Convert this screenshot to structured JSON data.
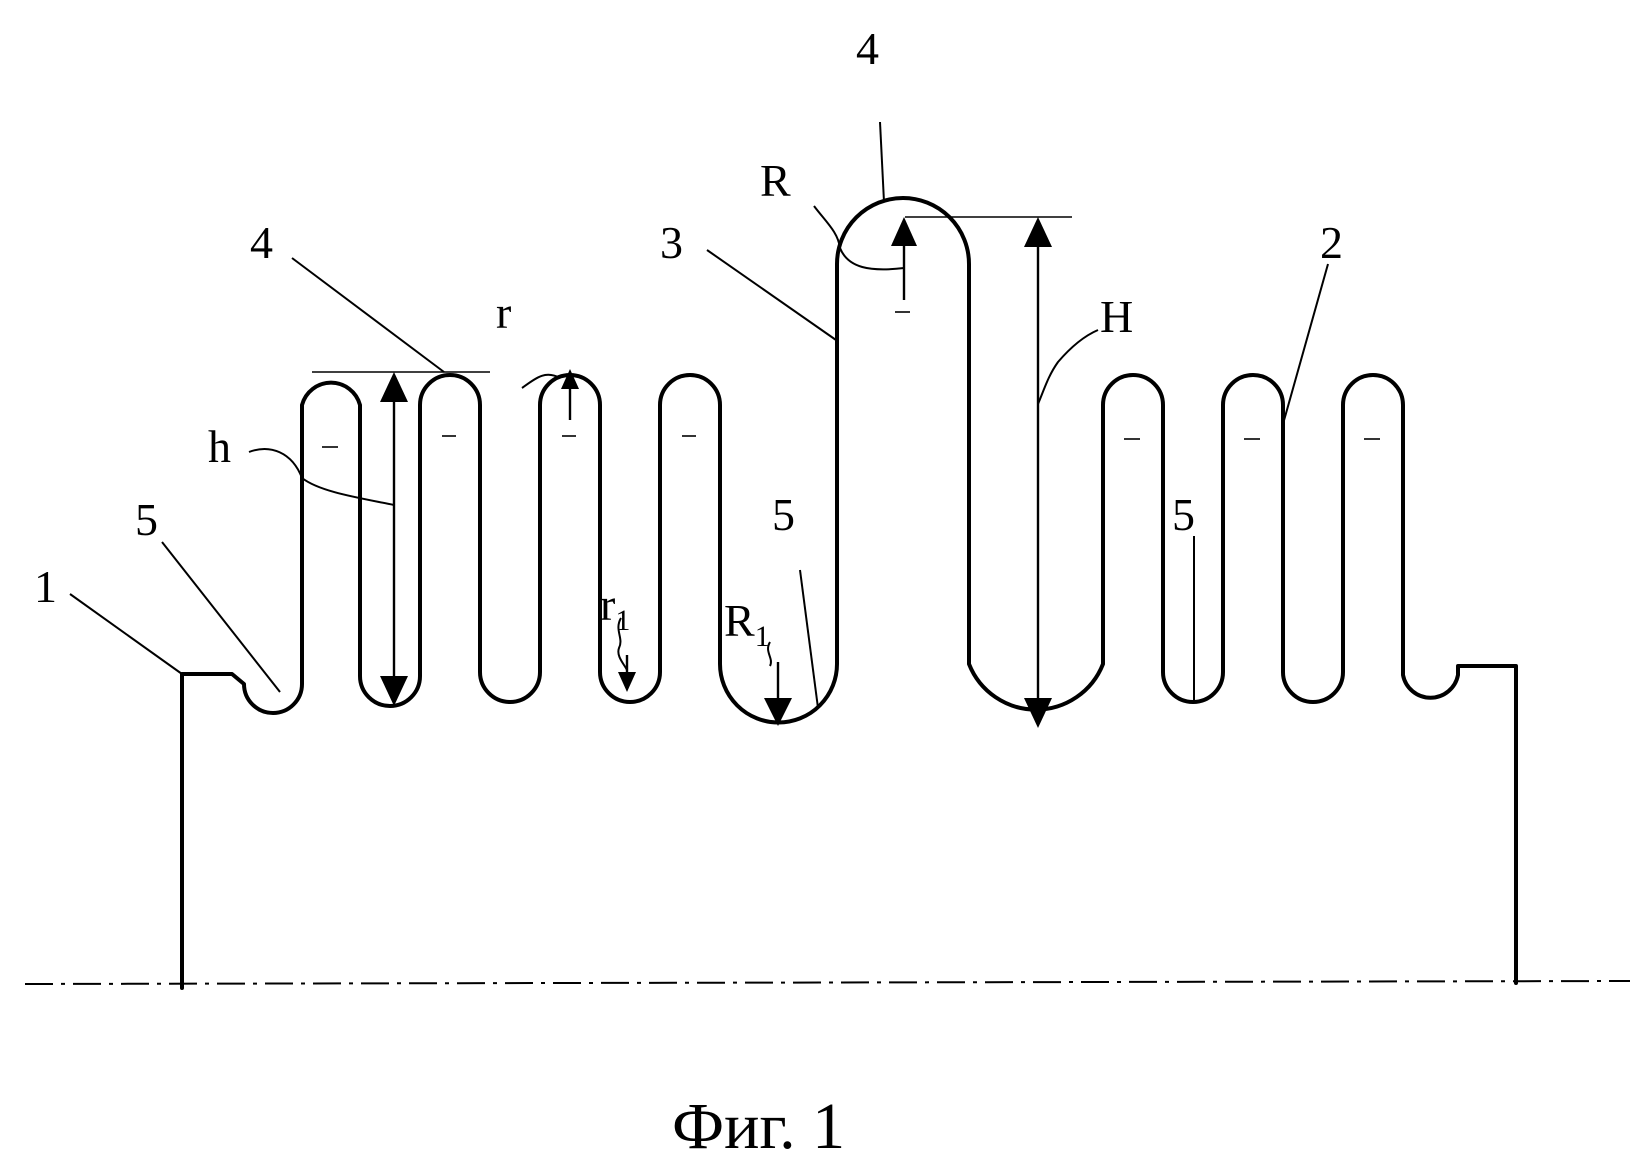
{
  "labels": {
    "l1": "1",
    "l2": "2",
    "l3": "3",
    "l4_left": "4",
    "l4_top": "4",
    "l5_left": "5",
    "l5_mid": "5",
    "l5_right": "5",
    "h": "h",
    "H": "H",
    "r": "r",
    "R": "R",
    "r1_main": "r",
    "r1_sub": "1",
    "R1_main": "R",
    "R1_sub": "1"
  },
  "caption": "Фиг. 1"
}
